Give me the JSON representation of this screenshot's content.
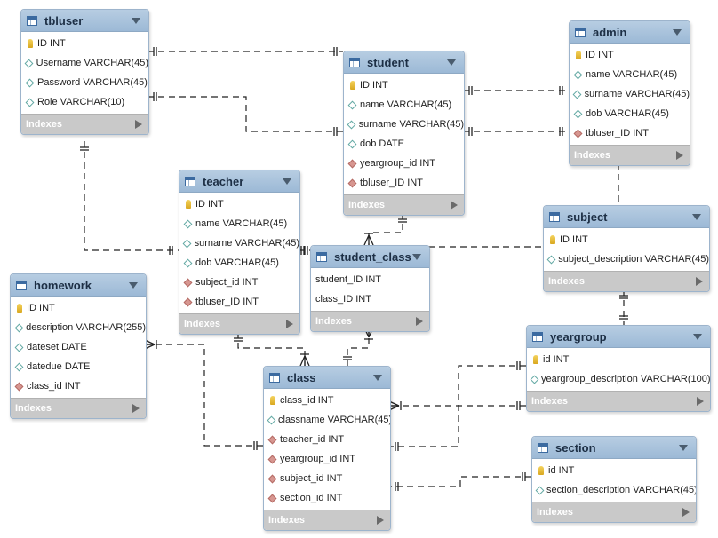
{
  "indexes_label": "Indexes",
  "colors": {
    "header": "#a7c3dd",
    "indexes_bar": "#c9c9c9",
    "line": "#222222"
  },
  "tables": [
    {
      "id": "tbluser",
      "name": "tbluser",
      "columns": [
        {
          "text": "ID INT",
          "icon": "key-icon"
        },
        {
          "text": "Username VARCHAR(45)",
          "icon": "column-icon"
        },
        {
          "text": "Password VARCHAR(45)",
          "icon": "column-icon"
        },
        {
          "text": "Role VARCHAR(10)",
          "icon": "column-icon"
        }
      ]
    },
    {
      "id": "student",
      "name": "student",
      "columns": [
        {
          "text": "ID INT",
          "icon": "key-icon"
        },
        {
          "text": "name VARCHAR(45)",
          "icon": "nullable-column-icon"
        },
        {
          "text": "surname VARCHAR(45)",
          "icon": "nullable-column-icon"
        },
        {
          "text": "dob DATE",
          "icon": "nullable-column-icon"
        },
        {
          "text": "yeargroup_id INT",
          "icon": "foreign-key-icon"
        },
        {
          "text": "tbluser_ID INT",
          "icon": "foreign-key-icon"
        }
      ]
    },
    {
      "id": "admin",
      "name": "admin",
      "columns": [
        {
          "text": "ID INT",
          "icon": "key-icon"
        },
        {
          "text": "name VARCHAR(45)",
          "icon": "nullable-column-icon"
        },
        {
          "text": "surname VARCHAR(45)",
          "icon": "nullable-column-icon"
        },
        {
          "text": "dob VARCHAR(45)",
          "icon": "nullable-column-icon"
        },
        {
          "text": "tbluser_ID INT",
          "icon": "foreign-key-icon"
        }
      ]
    },
    {
      "id": "teacher",
      "name": "teacher",
      "columns": [
        {
          "text": "ID INT",
          "icon": "key-icon"
        },
        {
          "text": "name VARCHAR(45)",
          "icon": "nullable-column-icon"
        },
        {
          "text": "surname VARCHAR(45)",
          "icon": "nullable-column-icon"
        },
        {
          "text": "dob VARCHAR(45)",
          "icon": "nullable-column-icon"
        },
        {
          "text": "subject_id INT",
          "icon": "foreign-key-icon"
        },
        {
          "text": "tbluser_ID INT",
          "icon": "foreign-key-icon"
        }
      ]
    },
    {
      "id": "student_class",
      "name": "student_class",
      "columns": [
        {
          "text": "student_ID INT",
          "icon": "none"
        },
        {
          "text": "class_ID INT",
          "icon": "none"
        }
      ]
    },
    {
      "id": "subject",
      "name": "subject",
      "columns": [
        {
          "text": "ID INT",
          "icon": "key-icon"
        },
        {
          "text": "subject_description VARCHAR(45)",
          "icon": "nullable-column-icon"
        }
      ]
    },
    {
      "id": "homework",
      "name": "homework",
      "columns": [
        {
          "text": "ID INT",
          "icon": "key-icon"
        },
        {
          "text": "description VARCHAR(255)",
          "icon": "nullable-column-icon"
        },
        {
          "text": "dateset DATE",
          "icon": "nullable-column-icon"
        },
        {
          "text": "datedue DATE",
          "icon": "nullable-column-icon"
        },
        {
          "text": "class_id INT",
          "icon": "foreign-key-icon"
        }
      ]
    },
    {
      "id": "yeargroup",
      "name": "yeargroup",
      "columns": [
        {
          "text": "id INT",
          "icon": "key-icon"
        },
        {
          "text": "yeargroup_description VARCHAR(100)",
          "icon": "nullable-column-icon"
        }
      ]
    },
    {
      "id": "class",
      "name": "class",
      "columns": [
        {
          "text": "class_id INT",
          "icon": "key-icon"
        },
        {
          "text": "classname VARCHAR(45)",
          "icon": "nullable-column-icon"
        },
        {
          "text": "teacher_id INT",
          "icon": "foreign-key-icon"
        },
        {
          "text": "yeargroup_id INT",
          "icon": "foreign-key-icon"
        },
        {
          "text": "subject_id INT",
          "icon": "foreign-key-icon"
        },
        {
          "text": "section_id INT",
          "icon": "foreign-key-icon"
        }
      ]
    },
    {
      "id": "section",
      "name": "section",
      "columns": [
        {
          "text": "id INT",
          "icon": "key-icon"
        },
        {
          "text": "section_description VARCHAR(45)",
          "icon": "nullable-column-icon"
        }
      ]
    }
  ],
  "relationships": [
    {
      "from": "tbluser",
      "to": "student",
      "from_end": "one",
      "to_end": "one"
    },
    {
      "from": "tbluser",
      "to": "student",
      "from_end": "one",
      "to_end": "one"
    },
    {
      "from": "student",
      "to": "admin",
      "from_end": "one",
      "to_end": "one"
    },
    {
      "from": "student",
      "to": "admin",
      "from_end": "one",
      "to_end": "one"
    },
    {
      "from": "tbluser",
      "to": "teacher",
      "from_end": "one",
      "to_end": "one"
    },
    {
      "from": "teacher",
      "to": "student_class",
      "from_end": "one",
      "to_end": "one"
    },
    {
      "from": "student",
      "to": "student_class",
      "from_end": "one",
      "to_end": "many"
    },
    {
      "from": "student_class",
      "to": "subject",
      "from_end": "none",
      "to_end": "none"
    },
    {
      "from": "admin",
      "to": "subject",
      "from_end": "none",
      "to_end": "none"
    },
    {
      "from": "subject",
      "to": "yeargroup",
      "from_end": "one",
      "to_end": "one"
    },
    {
      "from": "teacher",
      "to": "class",
      "from_end": "one",
      "to_end": "many"
    },
    {
      "from": "class",
      "to": "student_class",
      "from_end": "one",
      "to_end": "many"
    },
    {
      "from": "homework",
      "to": "class",
      "from_end": "many",
      "to_end": "one"
    },
    {
      "from": "yeargroup",
      "to": "class",
      "from_end": "one",
      "to_end": "many"
    },
    {
      "from": "yeargroup",
      "to": "class",
      "from_end": "one",
      "to_end": "one"
    },
    {
      "from": "section",
      "to": "class",
      "from_end": "one",
      "to_end": "one"
    }
  ]
}
